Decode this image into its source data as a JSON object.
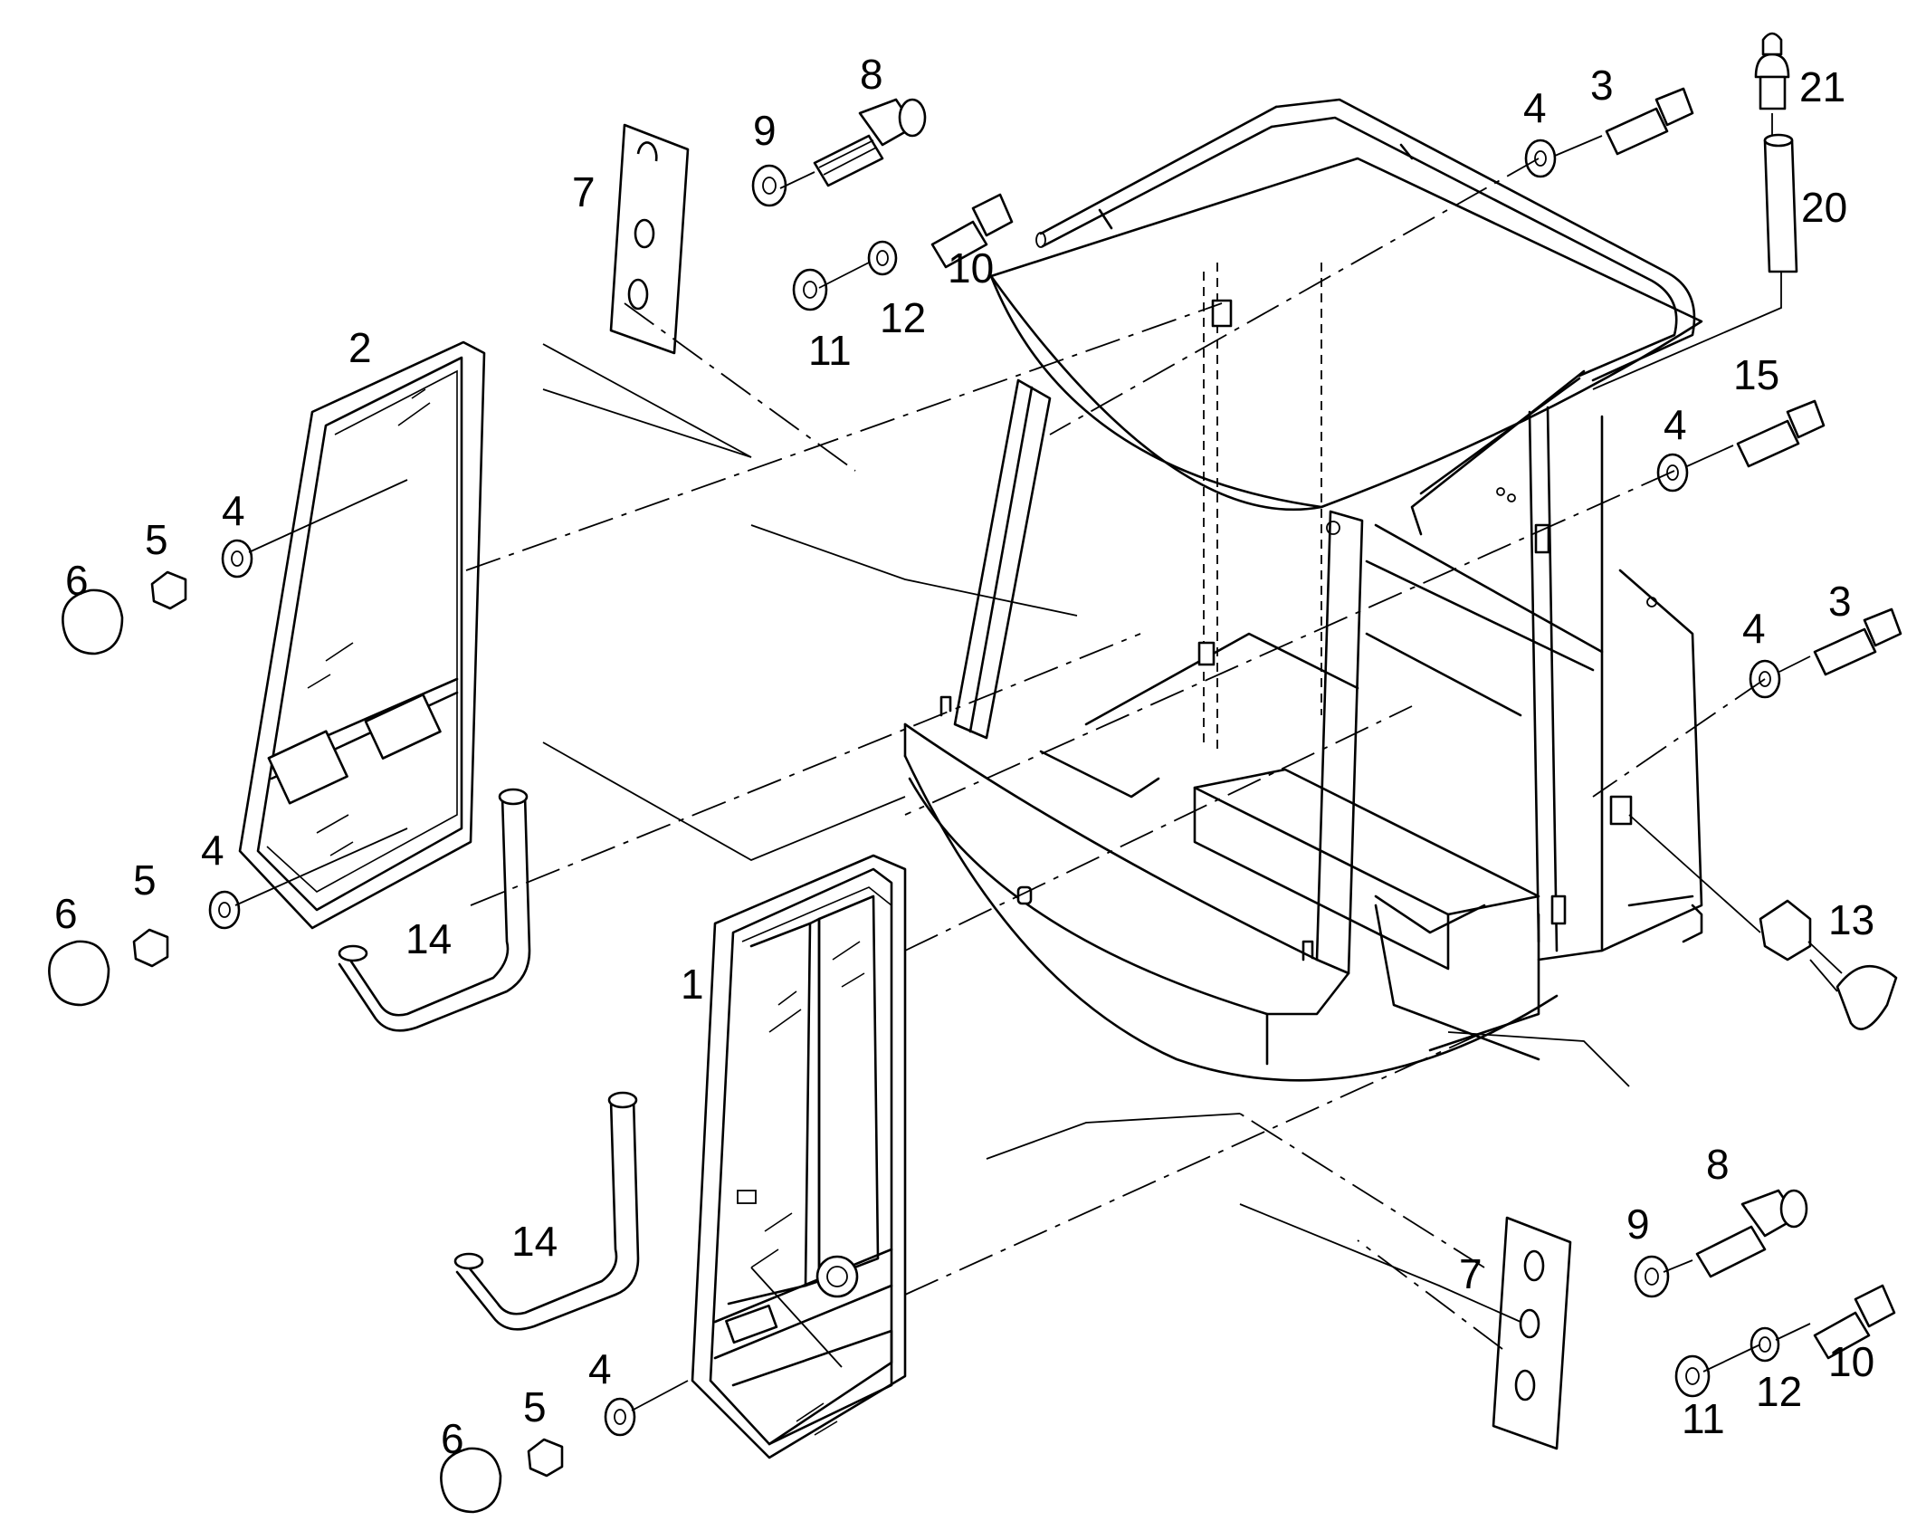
{
  "diagram": {
    "callouts": {
      "c1": "1",
      "c2": "2",
      "c3a": "3",
      "c3b": "3",
      "c4a": "4",
      "c4b": "4",
      "c4c": "4",
      "c4d": "4",
      "c4e": "4",
      "c4f": "4",
      "c5a": "5",
      "c5b": "5",
      "c5c": "5",
      "c6a": "6",
      "c6b": "6",
      "c6c": "6",
      "c7a": "7",
      "c7b": "7",
      "c8a": "8",
      "c8b": "8",
      "c9a": "9",
      "c9b": "9",
      "c10a": "10",
      "c10b": "10",
      "c11a": "11",
      "c11b": "11",
      "c12a": "12",
      "c12b": "12",
      "c13": "13",
      "c14a": "14",
      "c14b": "14",
      "c15": "15",
      "c20": "20",
      "c21": "21"
    }
  }
}
